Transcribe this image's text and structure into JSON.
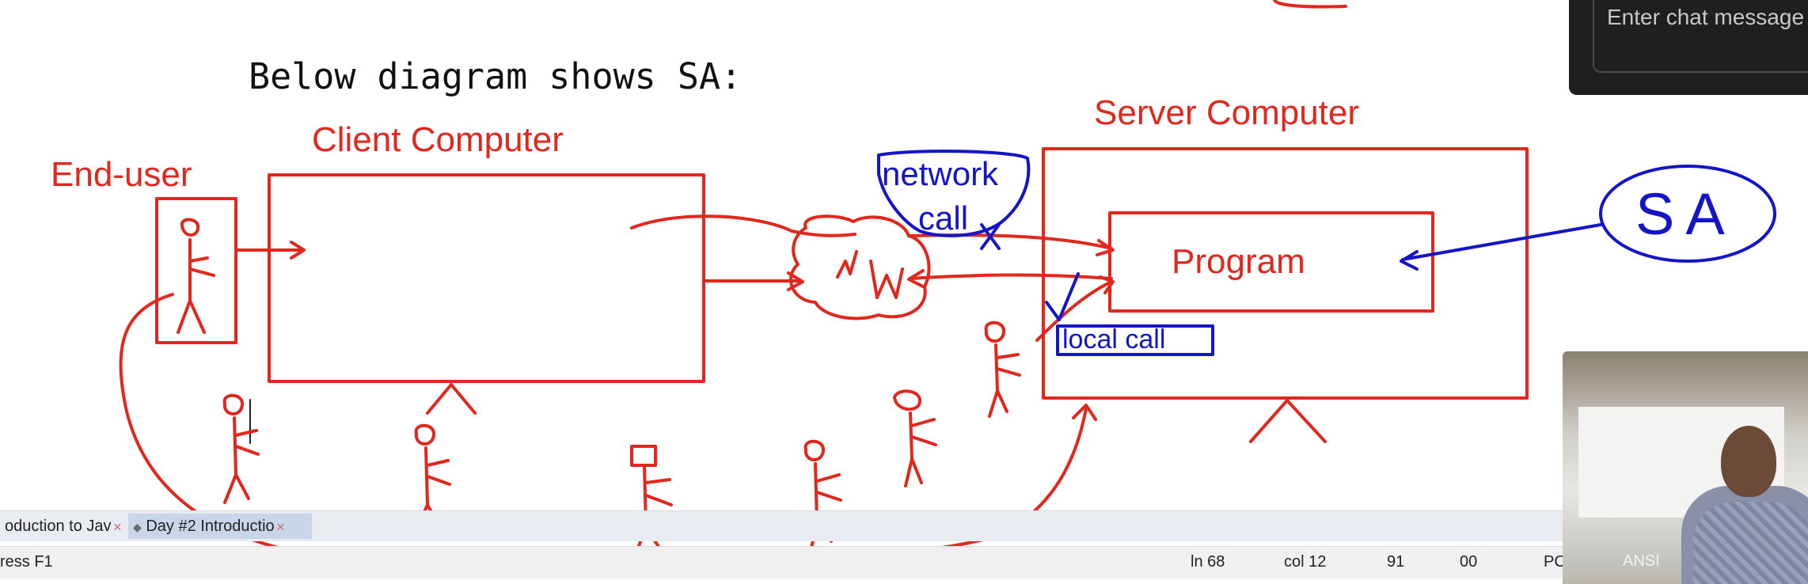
{
  "heading": "Below diagram shows SA:",
  "diagram": {
    "end_user": "End-user",
    "client_computer": "Client Computer",
    "server_computer": "Server Computer",
    "program": "Program",
    "network_call_line1": "network",
    "network_call_line2": "call",
    "local_call": "local call",
    "sa_label": "SA"
  },
  "chat": {
    "placeholder": "Enter chat message"
  },
  "tabs": [
    {
      "label": "oduction to Jav",
      "active": false
    },
    {
      "label": "Day #2 Introductio",
      "active": true
    }
  ],
  "statusbar": {
    "help": "ress F1",
    "line": "ln 68",
    "col": "col 12",
    "num1": "91",
    "num2": "00",
    "mode": "PC",
    "encoding": "ANSI"
  },
  "colors": {
    "ink_red": "#e0281e",
    "ink_blue": "#1414c8"
  }
}
